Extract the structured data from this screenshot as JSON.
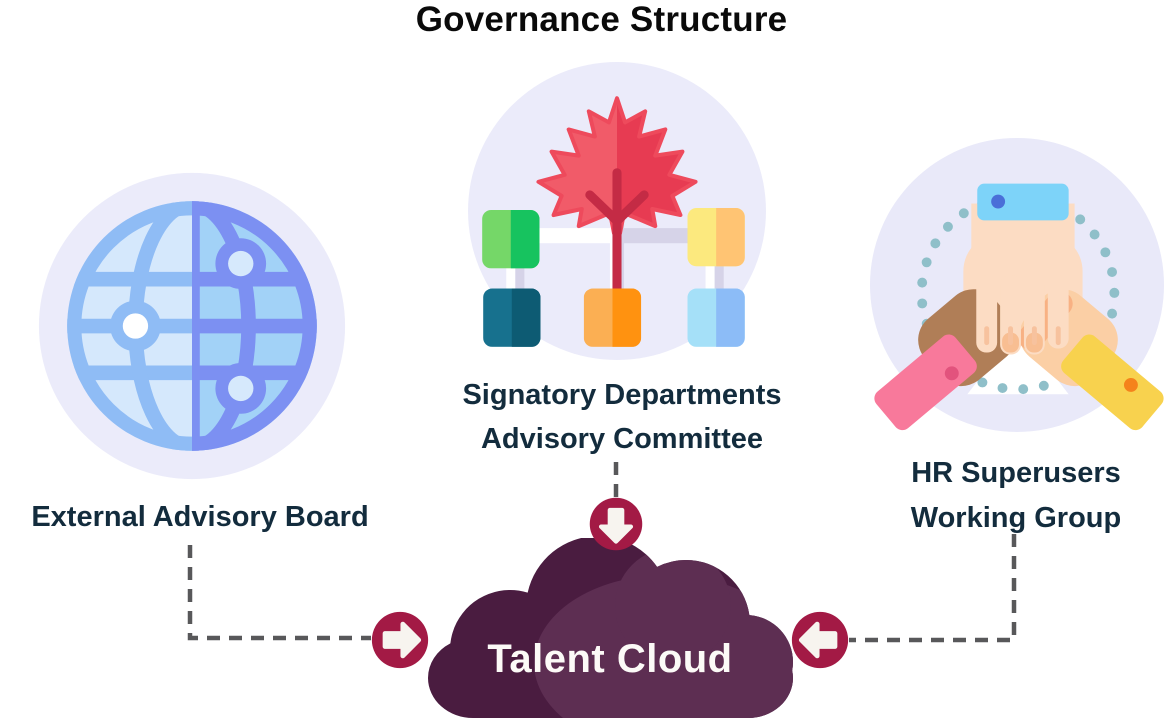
{
  "title": "Governance Structure",
  "groups": {
    "external": {
      "label": "External Advisory Board",
      "icon": "globe-icon"
    },
    "signatory": {
      "label_line1": "Signatory Departments",
      "label_line2": "Advisory Committee",
      "icon": "org-chart-maple-leaf-icon"
    },
    "hr": {
      "label_line1": "HR Superusers",
      "label_line2": "Working Group",
      "icon": "hands-teamwork-icon"
    }
  },
  "cloud": {
    "label": "Talent Cloud"
  },
  "connectors": {
    "style": "dashed",
    "center_to_cloud_arrow": "down",
    "left_to_cloud_arrow": "right",
    "right_to_cloud_arrow": "left"
  },
  "palette": {
    "badge": "#A31A45",
    "cloud_base": "#4A1C40",
    "cloud_light": "#5D2E52",
    "connector": "#58585A",
    "label_text": "#132C3D",
    "icon_bg": "#EBEBFA"
  }
}
